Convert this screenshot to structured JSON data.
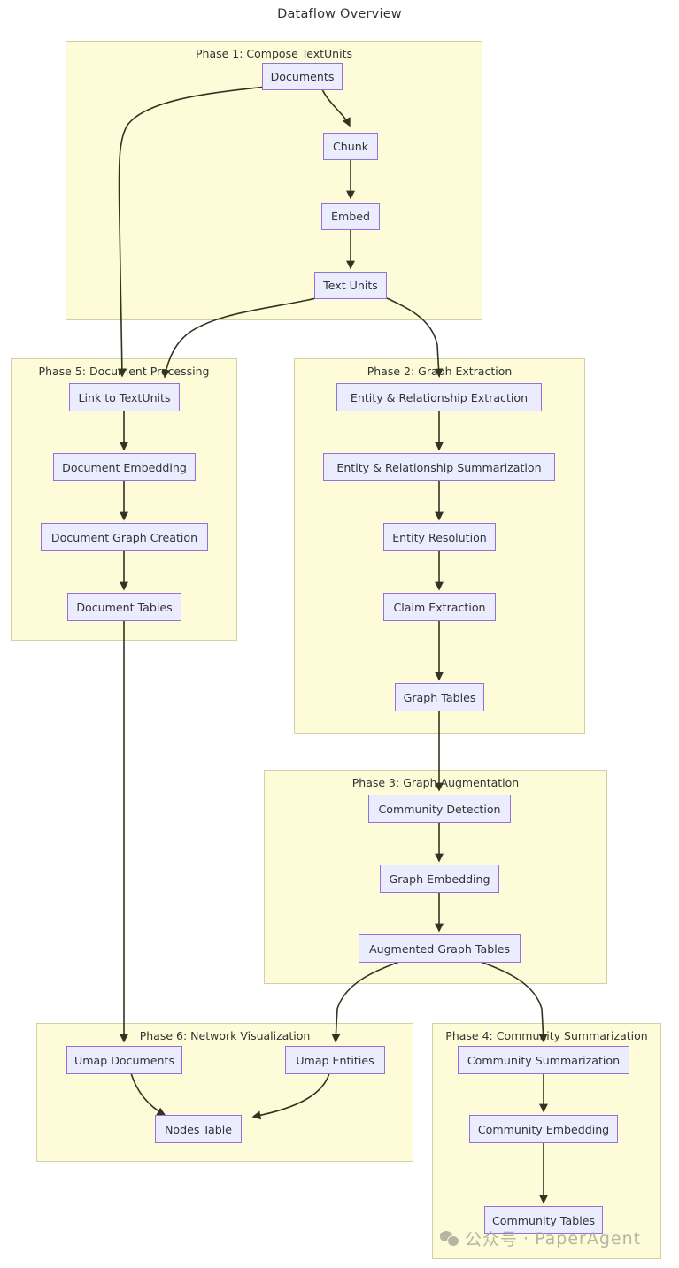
{
  "title": "Dataflow Overview",
  "colors": {
    "cluster_fill": "#fdfbd8",
    "cluster_stroke": "#d3d0a5",
    "node_fill": "#ececff",
    "node_stroke": "#9370db",
    "edge_stroke": "#333322",
    "text": "#333333",
    "watermark": "#a9a99a"
  },
  "clusters": {
    "phase1": {
      "label": "Phase 1: Compose TextUnits"
    },
    "phase5": {
      "label": "Phase 5: Document Processing"
    },
    "phase2": {
      "label": "Phase 2: Graph Extraction"
    },
    "phase3": {
      "label": "Phase 3: Graph Augmentation"
    },
    "phase6": {
      "label": "Phase 6: Network Visualization"
    },
    "phase4": {
      "label": "Phase 4: Community Summarization"
    }
  },
  "nodes": {
    "documents": "Documents",
    "chunk": "Chunk",
    "embed": "Embed",
    "text_units": "Text Units",
    "link_to_textunits": "Link to TextUnits",
    "document_embedding": "Document Embedding",
    "document_graph_creation": "Document Graph Creation",
    "document_tables": "Document Tables",
    "entity_relationship_extraction": "Entity & Relationship Extraction",
    "entity_relationship_summarization": "Entity & Relationship Summarization",
    "entity_resolution": "Entity Resolution",
    "claim_extraction": "Claim Extraction",
    "graph_tables": "Graph Tables",
    "community_detection": "Community Detection",
    "graph_embedding": "Graph Embedding",
    "augmented_graph_tables": "Augmented Graph Tables",
    "umap_documents": "Umap Documents",
    "umap_entities": "Umap Entities",
    "nodes_table": "Nodes Table",
    "community_summarization": "Community Summarization",
    "community_embedding": "Community Embedding",
    "community_tables": "Community Tables"
  },
  "edges": [
    {
      "from": "documents",
      "to": "chunk"
    },
    {
      "from": "documents",
      "to": "link_to_textunits"
    },
    {
      "from": "chunk",
      "to": "embed"
    },
    {
      "from": "embed",
      "to": "text_units"
    },
    {
      "from": "text_units",
      "to": "link_to_textunits"
    },
    {
      "from": "text_units",
      "to": "entity_relationship_extraction"
    },
    {
      "from": "link_to_textunits",
      "to": "document_embedding"
    },
    {
      "from": "document_embedding",
      "to": "document_graph_creation"
    },
    {
      "from": "document_graph_creation",
      "to": "document_tables"
    },
    {
      "from": "document_tables",
      "to": "umap_documents"
    },
    {
      "from": "entity_relationship_extraction",
      "to": "entity_relationship_summarization"
    },
    {
      "from": "entity_relationship_summarization",
      "to": "entity_resolution"
    },
    {
      "from": "entity_resolution",
      "to": "claim_extraction"
    },
    {
      "from": "claim_extraction",
      "to": "graph_tables"
    },
    {
      "from": "graph_tables",
      "to": "community_detection"
    },
    {
      "from": "community_detection",
      "to": "graph_embedding"
    },
    {
      "from": "graph_embedding",
      "to": "augmented_graph_tables"
    },
    {
      "from": "augmented_graph_tables",
      "to": "umap_entities"
    },
    {
      "from": "augmented_graph_tables",
      "to": "community_summarization"
    },
    {
      "from": "umap_documents",
      "to": "nodes_table"
    },
    {
      "from": "umap_entities",
      "to": "nodes_table"
    },
    {
      "from": "community_summarization",
      "to": "community_embedding"
    },
    {
      "from": "community_embedding",
      "to": "community_tables"
    }
  ],
  "watermark": {
    "icon": "wechat-icon",
    "text_cn": "公众号",
    "separator": "·",
    "text_en": "PaperAgent"
  }
}
